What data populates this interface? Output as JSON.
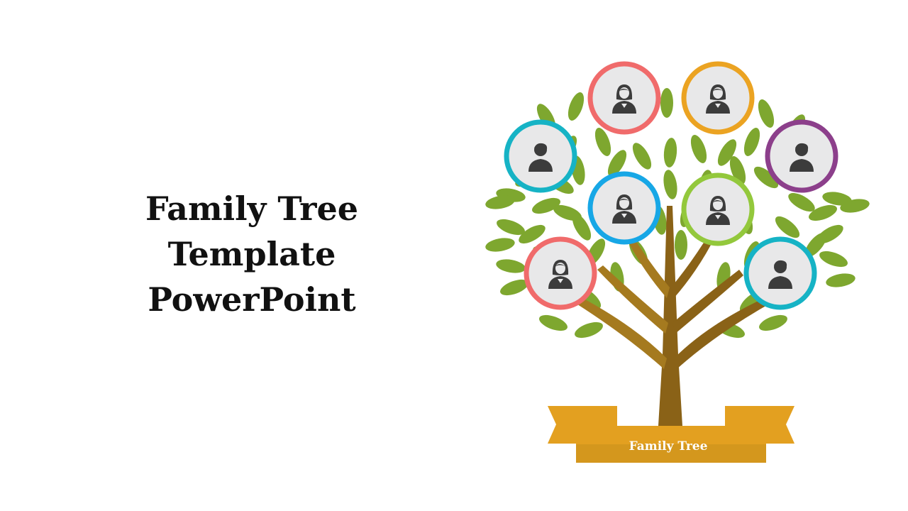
{
  "slide": {
    "title_lines": [
      "Family Tree",
      "Template",
      "PowerPoint"
    ],
    "banner_label": "Family Tree"
  },
  "colors": {
    "leaf": "#7ea72f",
    "trunk": "#9b6e1c",
    "banner_front": "#e3a020",
    "banner_shade": "#b5841a",
    "portrait_fill": "#e8e8e9",
    "silhouette": "#3c3c3c"
  },
  "members": [
    {
      "id": "pink-top",
      "ring": "#f06b6b",
      "gender": "female"
    },
    {
      "id": "orange-top",
      "ring": "#eba322",
      "gender": "female"
    },
    {
      "id": "teal-left",
      "ring": "#16b3c5",
      "gender": "male"
    },
    {
      "id": "purple-right",
      "ring": "#8c3f8b",
      "gender": "male"
    },
    {
      "id": "blue-center",
      "ring": "#17a7e6",
      "gender": "female"
    },
    {
      "id": "green-center",
      "ring": "#93c83c",
      "gender": "female"
    },
    {
      "id": "coral-left",
      "ring": "#f06b6b",
      "gender": "female"
    },
    {
      "id": "teal-right",
      "ring": "#16b3c5",
      "gender": "male"
    }
  ]
}
